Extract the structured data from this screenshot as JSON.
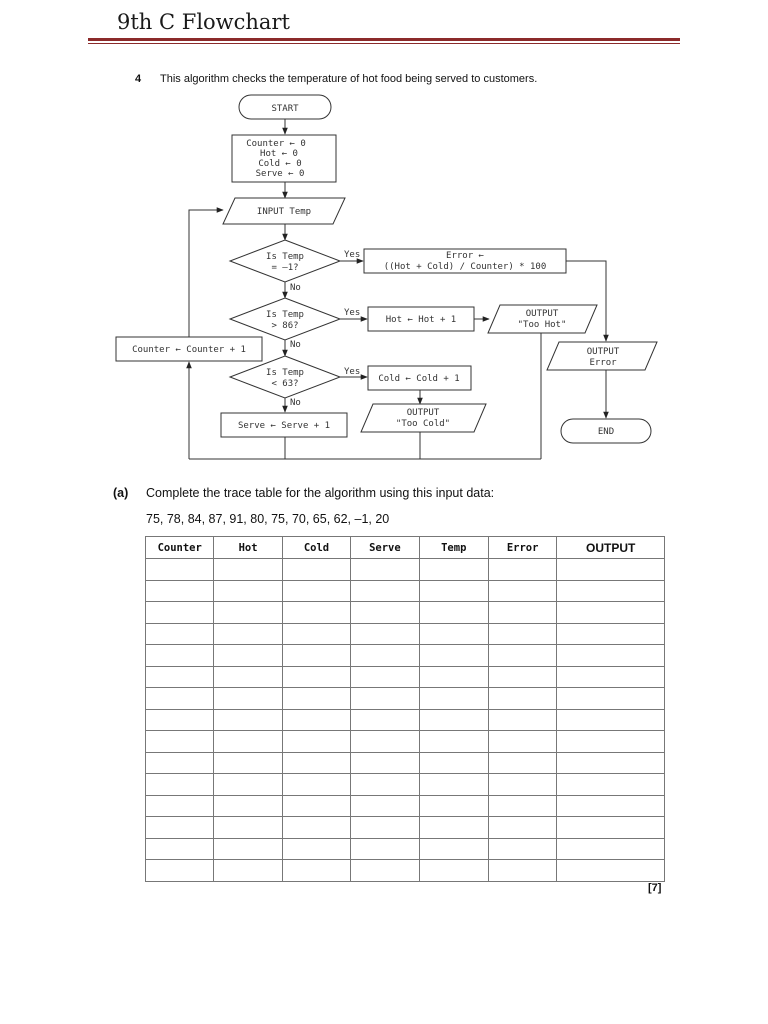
{
  "header": {
    "title": "9th C Flowchart"
  },
  "question": {
    "number": "4",
    "text": "This algorithm checks the temperature of hot food being served to customers."
  },
  "flowchart": {
    "start": "START",
    "init": [
      "Counter ← 0",
      "Hot ← 0",
      "Cold ← 0",
      "Serve ← 0"
    ],
    "input": "INPUT Temp",
    "decision1": [
      "Is Temp",
      "= –1?"
    ],
    "decision2": [
      "Is Temp",
      "> 86?"
    ],
    "decision3": [
      "Is Temp",
      "< 63?"
    ],
    "yes": "Yes",
    "no": "No",
    "error_calc": [
      "Error ←",
      "((Hot + Cold) / Counter) * 100"
    ],
    "hot_inc": "Hot ← Hot + 1",
    "cold_inc": "Cold ← Cold + 1",
    "serve_inc": "Serve ← Serve + 1",
    "counter_inc": "Counter ← Counter + 1",
    "output_hot": [
      "OUTPUT",
      "\"Too Hot\""
    ],
    "output_cold": [
      "OUTPUT",
      "\"Too Cold\""
    ],
    "output_error": [
      "OUTPUT",
      "Error"
    ],
    "end": "END"
  },
  "part_a": {
    "label": "(a)",
    "text": "Complete the trace table for the algorithm using this input data:",
    "input_data": "75, 78, 84, 87, 91, 80, 75, 70, 65, 62, –1, 20"
  },
  "trace_table": {
    "headers": [
      "Counter",
      "Hot",
      "Cold",
      "Serve",
      "Temp",
      "Error",
      "OUTPUT"
    ],
    "empty_rows": 15
  },
  "marks": "[7]"
}
